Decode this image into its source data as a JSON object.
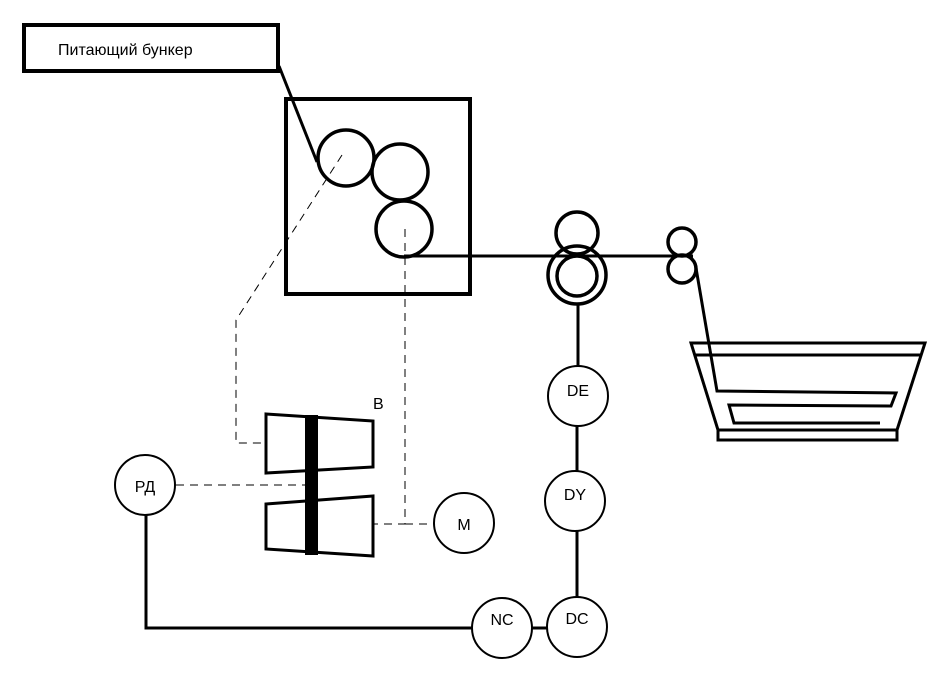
{
  "diagram": {
    "title_box": {
      "label": "Питающий бункер"
    },
    "nodes": {
      "rd": {
        "label": "РД"
      },
      "m": {
        "label": "M"
      },
      "de": {
        "label": "DE"
      },
      "dy": {
        "label": "DY"
      },
      "dc": {
        "label": "DC"
      },
      "nc": {
        "label": "NC"
      },
      "b": {
        "label": "B"
      }
    },
    "colors": {
      "stroke": "#000000",
      "background": "#ffffff"
    }
  }
}
